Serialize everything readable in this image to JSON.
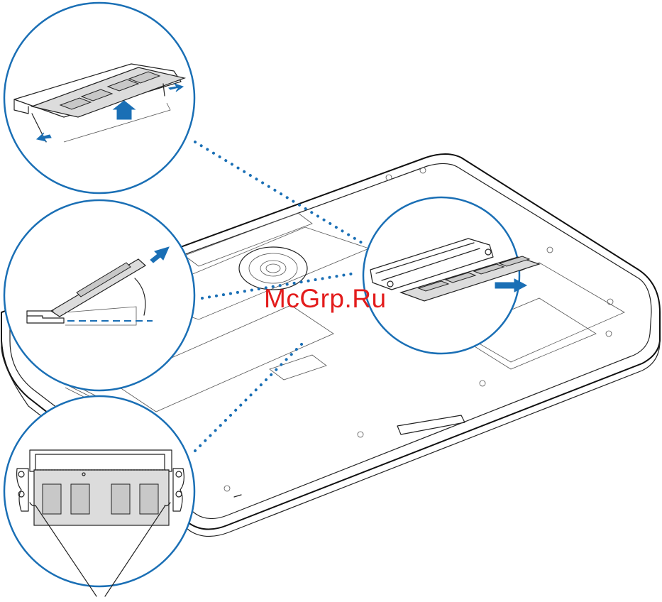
{
  "watermark": {
    "text": "McGrp.Ru",
    "color": "#e31c1c"
  },
  "colors": {
    "accent": "#1a6fb5",
    "line": "#222222"
  },
  "callouts": [
    {
      "name": "release-memory-card",
      "arrow": "up-out"
    },
    {
      "name": "tilt-card-angle",
      "arrow": "diagonal-out"
    },
    {
      "name": "memory-slot-notches",
      "arrow": "none"
    },
    {
      "name": "memory-in-laptop",
      "arrow": "right"
    }
  ]
}
